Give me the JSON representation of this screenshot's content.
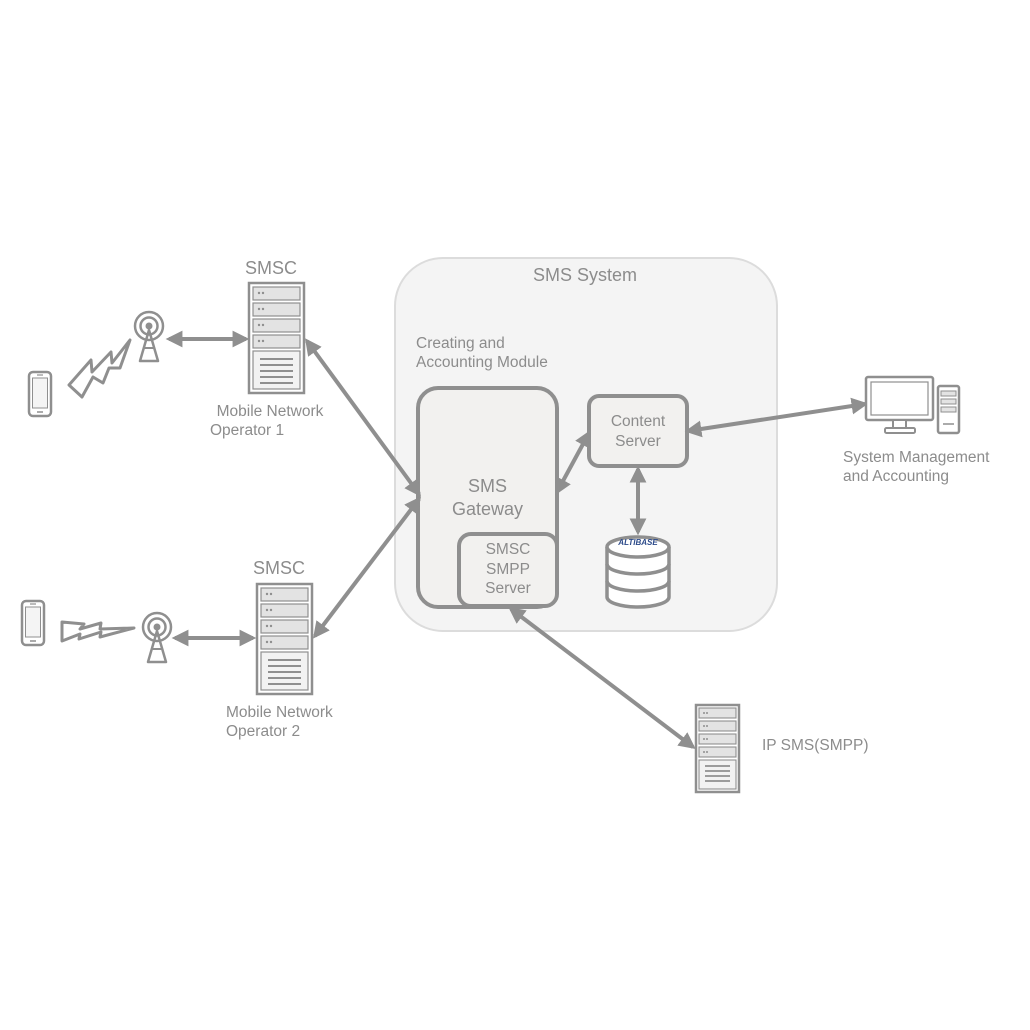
{
  "system": {
    "title": "SMS System",
    "module_label_line1": "Creating and",
    "module_label_line2": "Accounting Module",
    "gateway_line1": "SMS",
    "gateway_line2": "Gateway",
    "smpp_line1": "SMSC",
    "smpp_line2": "SMPP",
    "smpp_line3": "Server",
    "content_line1": "Content",
    "content_line2": "Server",
    "db_brand": "ALTIBASE"
  },
  "operator1": {
    "title": "SMSC",
    "caption_line1": "Mobile Network",
    "caption_line2": "Operator 1"
  },
  "operator2": {
    "title": "SMSC",
    "caption_line1": "Mobile Network",
    "caption_line2": "Operator 2"
  },
  "management": {
    "caption_line1": "System Management",
    "caption_line2": "and Accounting"
  },
  "ip_sms": {
    "caption": "IP SMS(SMPP)"
  },
  "colors": {
    "stroke": "#8f8f8f",
    "box_fill": "#f2f1ef",
    "panel_fill": "#f4f4f4",
    "panel_border": "#dcdcdc",
    "text": "#8c8c8c",
    "brand": "#2d4b8a"
  }
}
